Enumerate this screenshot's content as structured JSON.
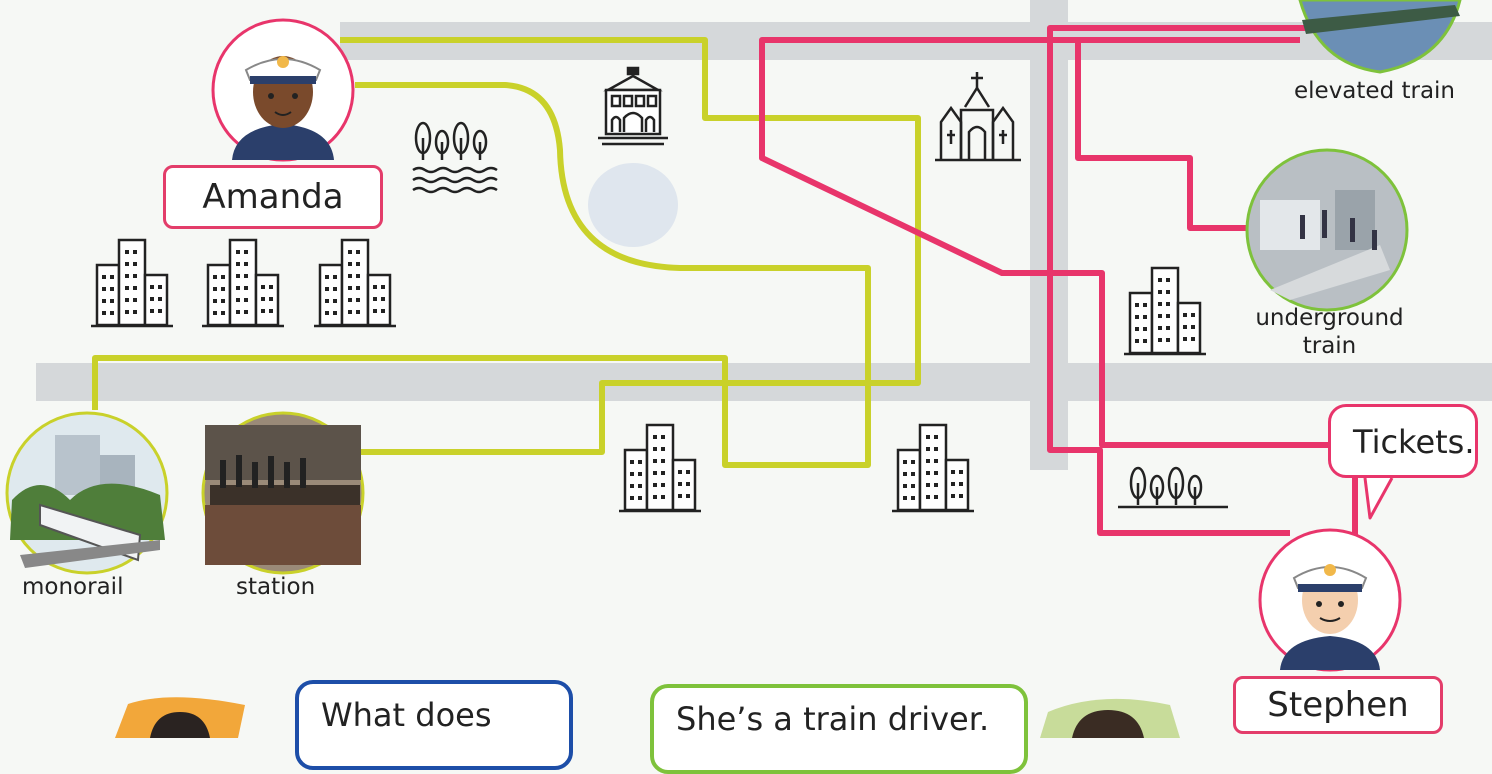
{
  "characters": {
    "amanda": {
      "name": "Amanda"
    },
    "stephen": {
      "name": "Stephen"
    }
  },
  "place_labels": {
    "elevated_train": "elevated train",
    "underground_train_1": "underground",
    "underground_train_2": "train",
    "monorail": "monorail",
    "station": "station"
  },
  "speech": {
    "stephen": "Tickets.",
    "question": "What does",
    "answer": "She’s a train driver."
  },
  "colors": {
    "yellow_line": "#c9d12a",
    "pink_line": "#e8356b",
    "road": "#d5d8da",
    "blue_bubble": "#1d4ea8",
    "green_bubble": "#7ec23b"
  },
  "icons": [
    "building-icon",
    "museum-icon",
    "church-icon",
    "park-trees-icon",
    "river-icon",
    "lake-icon"
  ]
}
